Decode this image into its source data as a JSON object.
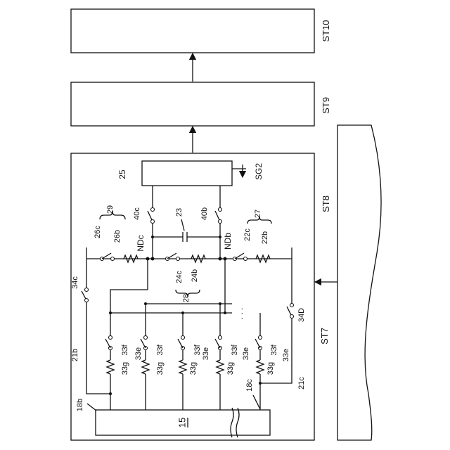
{
  "labels": {
    "st10": "ST10",
    "st9": "ST9",
    "st8": "ST8",
    "st7": "ST7",
    "l25": "25",
    "sg2": "SG2",
    "l23": "23",
    "l40c": "40c",
    "l40b": "40b",
    "ndc": "NDc",
    "ndb": "NDb",
    "l29": "29",
    "l26c": "26c",
    "l26b": "26b",
    "l27": "27",
    "l22c": "22c",
    "l22b": "22b",
    "l24c": "24c",
    "l24b": "24b",
    "l28": "28",
    "l34c": "34c",
    "l34d": "34D",
    "l21b": "21b",
    "l21c": "21c",
    "l18b": "18b",
    "l18c": "18c",
    "l15": "15",
    "l33e": "33e",
    "l33f": "33f",
    "l33g": "33g",
    "dots": ". . ."
  }
}
